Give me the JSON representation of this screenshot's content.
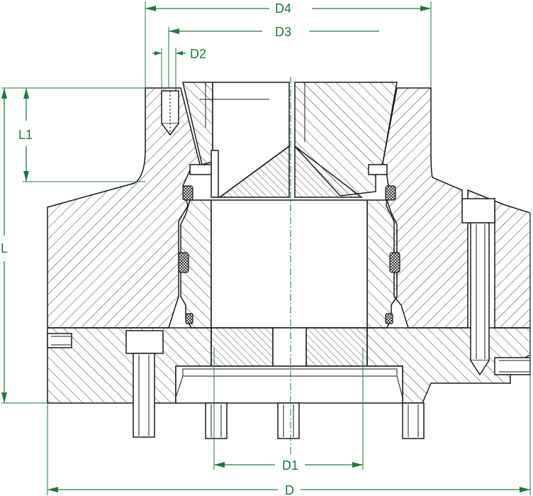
{
  "labels": {
    "d": "D",
    "d1": "D1",
    "d2": "D2",
    "d3": "D3",
    "d4": "D4",
    "l": "L",
    "l1": "L1"
  },
  "colors": {
    "dimension": "#1e7a3a",
    "outline": "#1a1a1a"
  }
}
